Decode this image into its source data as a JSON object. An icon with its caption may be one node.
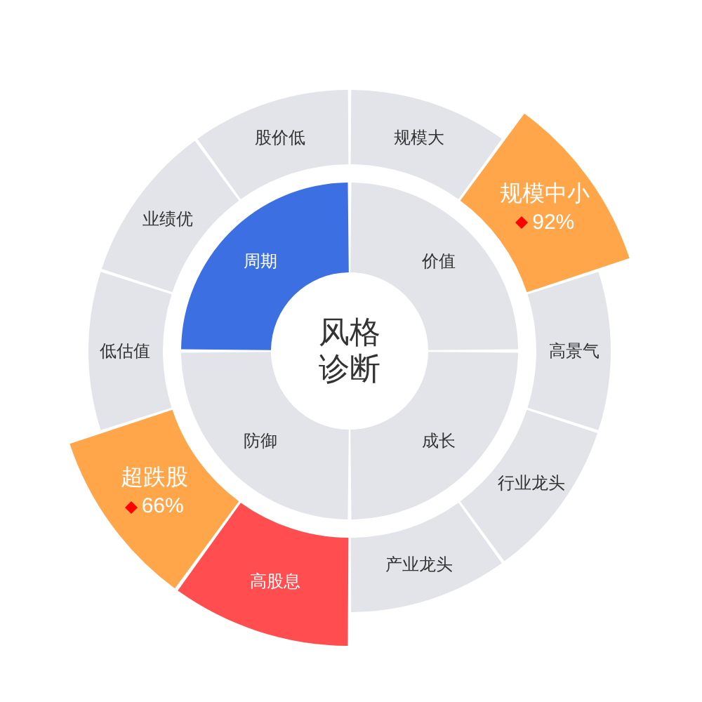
{
  "diagram": {
    "nodes": [
      {
        "text": [
          "风格诊断"
        ]
      },
      {
        "text": [
          "周期"
        ]
      },
      {
        "text": [
          "价值"
        ]
      },
      {
        "text": [
          "成长"
        ]
      },
      {
        "text": [
          "防御"
        ]
      },
      {
        "text": [
          "规模大"
        ]
      },
      {
        "text": [
          "规模中小",
          "92%"
        ]
      },
      {
        "text": [
          "高景气"
        ]
      },
      {
        "text": [
          "行业龙头"
        ]
      },
      {
        "text": [
          "产业龙头"
        ]
      },
      {
        "text": [
          "高股息"
        ]
      },
      {
        "text": [
          "超跌股",
          "66%"
        ]
      },
      {
        "text": [
          "低估值"
        ]
      },
      {
        "text": [
          "业绩优"
        ]
      },
      {
        "text": [
          "股价低"
        ]
      }
    ]
  }
}
